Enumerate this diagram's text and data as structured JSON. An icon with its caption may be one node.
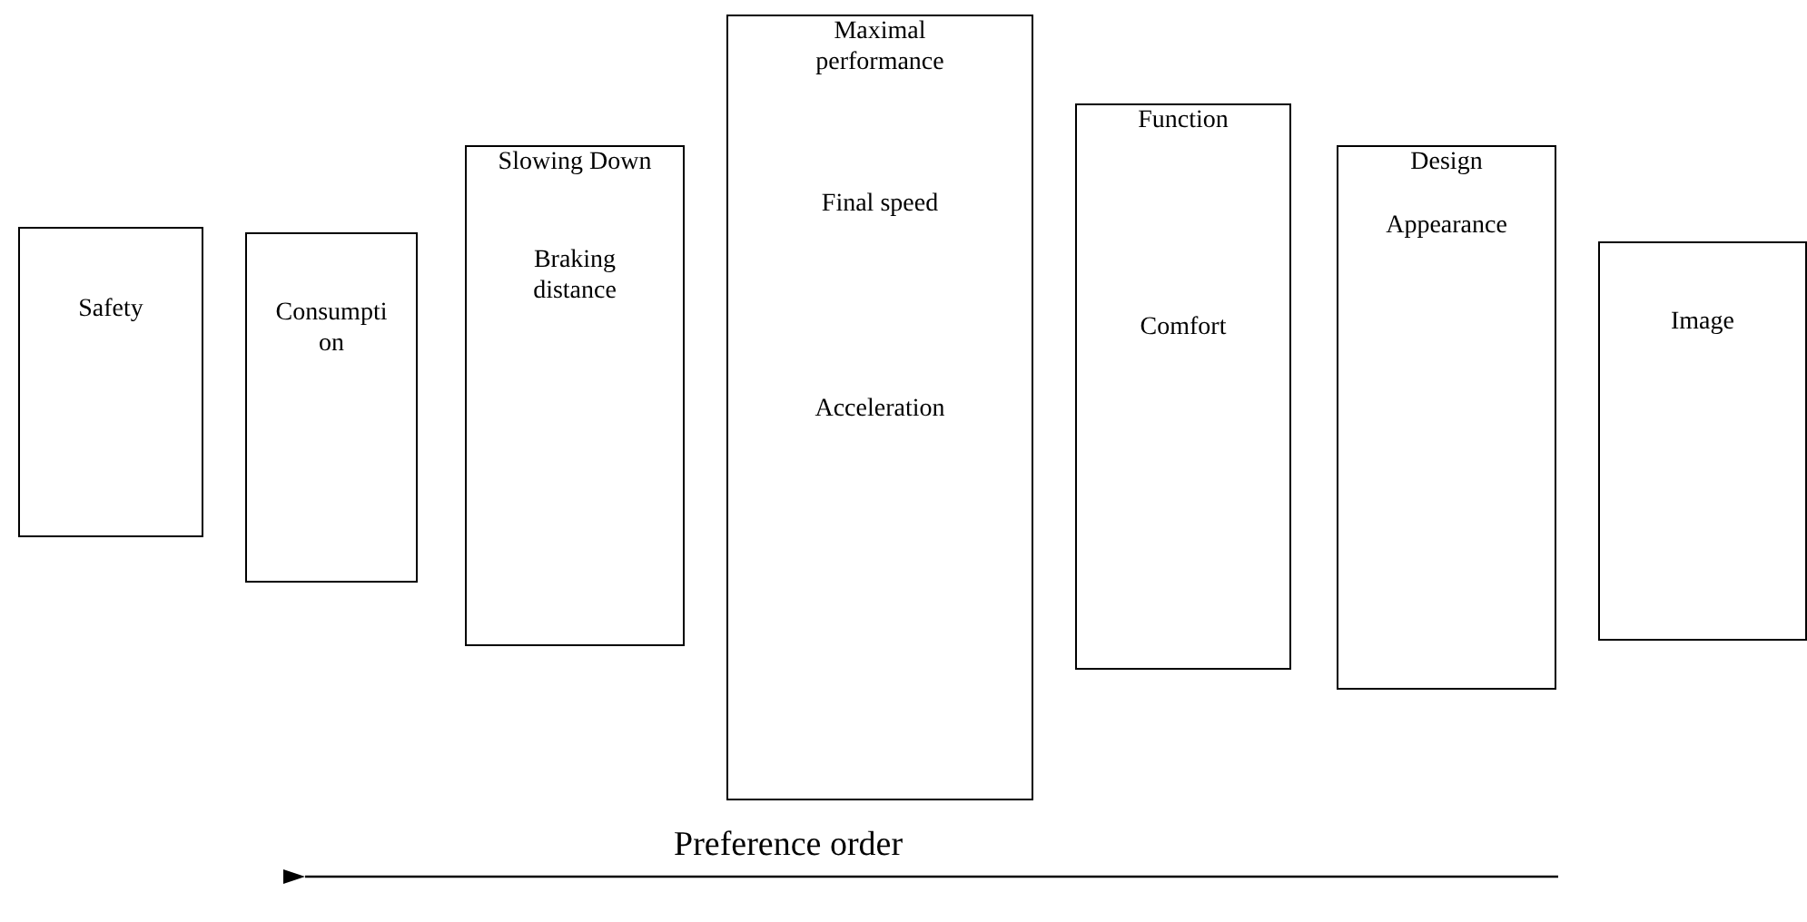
{
  "diagram": {
    "nodes": [
      {
        "text": [
          "Safety"
        ]
      },
      {
        "text": [
          "Consumpti on"
        ]
      },
      {
        "text": [
          "Slowing Down",
          "Braking distance"
        ]
      },
      {
        "text": [
          "Maximal performance",
          "Final speed",
          "Acceleration"
        ]
      },
      {
        "text": [
          "Function",
          "Comfort"
        ]
      },
      {
        "text": [
          "Design",
          "Appearance"
        ]
      },
      {
        "text": [
          "Image"
        ]
      }
    ],
    "labels": [
      "Preference order"
    ]
  }
}
